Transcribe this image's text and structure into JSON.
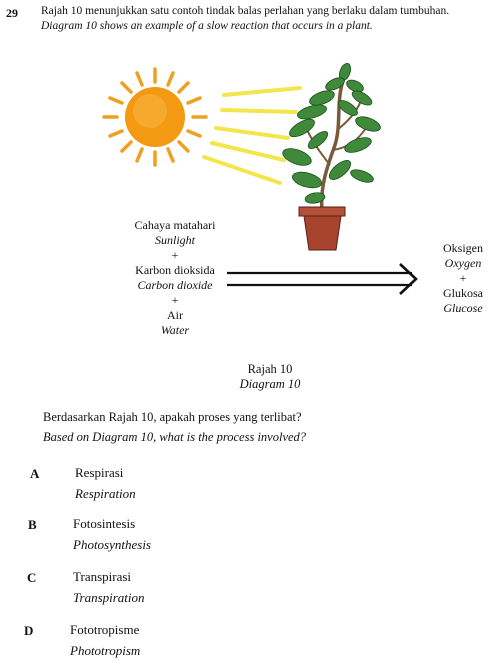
{
  "question": {
    "number": "29",
    "stem_ms": "Rajah 10 menunjukkan satu contoh tindak balas perlahan yang berlaku dalam tumbuhan.",
    "stem_en": "Diagram 10 shows an example of a slow reaction that occurs in a plant."
  },
  "diagram": {
    "reactants": [
      {
        "ms": "Cahaya matahari",
        "en": "Sunlight"
      },
      {
        "plus": "+"
      },
      {
        "ms": "Karbon dioksida",
        "en": "Carbon dioxide"
      },
      {
        "plus": "+"
      },
      {
        "ms": "Air",
        "en": "Water"
      }
    ],
    "reactant_labels": {
      "r1_ms": "Cahaya matahari",
      "r1_en": "Sunlight",
      "plus1": "+",
      "r2_ms": "Karbon dioksida",
      "r2_en": "Carbon dioxide",
      "plus2": "+",
      "r3_ms": "Air",
      "r3_en": "Water"
    },
    "product_labels": {
      "p1_ms": "Oksigen",
      "p1_en": "Oxygen",
      "plus": "+",
      "p2_ms": "Glukosa",
      "p2_en": "Glucose"
    },
    "caption_ms": "Rajah 10",
    "caption_en": "Diagram 10",
    "colors": {
      "sun_core": "#f39a12",
      "sun_rays": "#f0a020",
      "light_beam": "#f3e64a",
      "leaf": "#3f8a3a",
      "pot": "#a8432f"
    }
  },
  "prompt": {
    "ms": "Berdasarkan Rajah 10, apakah proses yang terlibat?",
    "en": "Based on Diagram 10, what is the process involved?"
  },
  "options": {
    "A": {
      "letter": "A",
      "ms": "Respirasi",
      "en": "Respiration"
    },
    "B": {
      "letter": "B",
      "ms": "Fotosintesis",
      "en": "Photosynthesis"
    },
    "C": {
      "letter": "C",
      "ms": "Transpirasi",
      "en": "Transpiration"
    },
    "D": {
      "letter": "D",
      "ms": "Fototropisme",
      "en": "Phototropism"
    }
  }
}
